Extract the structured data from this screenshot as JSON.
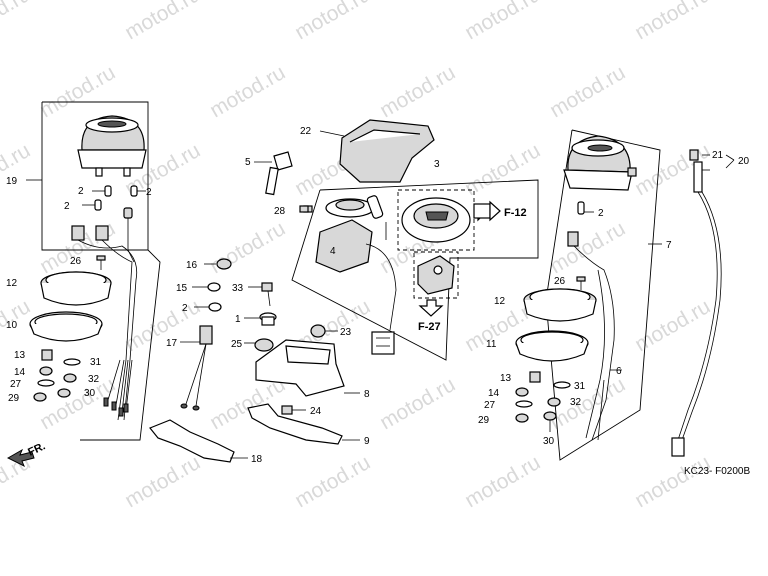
{
  "watermark": "motod.ru",
  "diagram_code": "KC23- F0200B",
  "direction_label": "FR.",
  "refs": [
    {
      "id": "ref-f12",
      "label": "F-12"
    },
    {
      "id": "ref-f27",
      "label": "F-27"
    }
  ],
  "callouts": [
    {
      "id": "c-19",
      "label": "19"
    },
    {
      "id": "c-2a",
      "label": "2"
    },
    {
      "id": "c-2b",
      "label": "2"
    },
    {
      "id": "c-2c",
      "label": "2"
    },
    {
      "id": "c-26a",
      "label": "26"
    },
    {
      "id": "c-12a",
      "label": "12"
    },
    {
      "id": "c-10",
      "label": "10"
    },
    {
      "id": "c-13a",
      "label": "13"
    },
    {
      "id": "c-14a",
      "label": "14"
    },
    {
      "id": "c-27a",
      "label": "27"
    },
    {
      "id": "c-29a",
      "label": "29"
    },
    {
      "id": "c-31a",
      "label": "31"
    },
    {
      "id": "c-32a",
      "label": "32"
    },
    {
      "id": "c-30a",
      "label": "30"
    },
    {
      "id": "c-22",
      "label": "22"
    },
    {
      "id": "c-5",
      "label": "5"
    },
    {
      "id": "c-28",
      "label": "28"
    },
    {
      "id": "c-3",
      "label": "3"
    },
    {
      "id": "c-4",
      "label": "4"
    },
    {
      "id": "c-16",
      "label": "16"
    },
    {
      "id": "c-15",
      "label": "15"
    },
    {
      "id": "c-33",
      "label": "33"
    },
    {
      "id": "c-2d",
      "label": "2"
    },
    {
      "id": "c-1",
      "label": "1"
    },
    {
      "id": "c-17",
      "label": "17"
    },
    {
      "id": "c-25",
      "label": "25"
    },
    {
      "id": "c-23",
      "label": "23"
    },
    {
      "id": "c-8",
      "label": "8"
    },
    {
      "id": "c-24",
      "label": "24"
    },
    {
      "id": "c-9",
      "label": "9"
    },
    {
      "id": "c-18",
      "label": "18"
    },
    {
      "id": "c-2e",
      "label": "2"
    },
    {
      "id": "c-26b",
      "label": "26"
    },
    {
      "id": "c-12b",
      "label": "12"
    },
    {
      "id": "c-11",
      "label": "11"
    },
    {
      "id": "c-7",
      "label": "7"
    },
    {
      "id": "c-6",
      "label": "6"
    },
    {
      "id": "c-13b",
      "label": "13"
    },
    {
      "id": "c-31b",
      "label": "31"
    },
    {
      "id": "c-14b",
      "label": "14"
    },
    {
      "id": "c-27b",
      "label": "27"
    },
    {
      "id": "c-32b",
      "label": "32"
    },
    {
      "id": "c-29b",
      "label": "29"
    },
    {
      "id": "c-30b",
      "label": "30"
    },
    {
      "id": "c-21",
      "label": "21"
    },
    {
      "id": "c-20",
      "label": "20"
    }
  ]
}
